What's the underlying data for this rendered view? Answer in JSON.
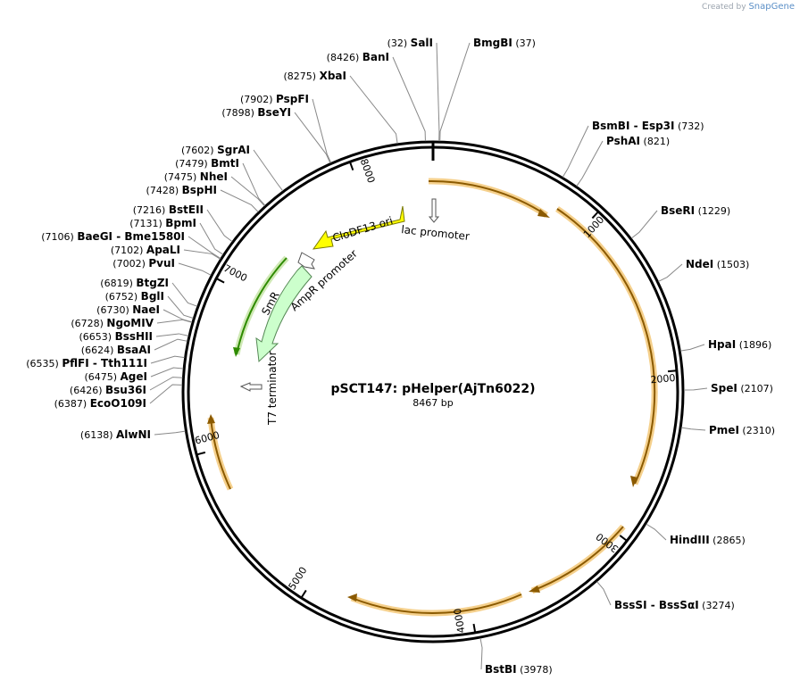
{
  "credit": {
    "prefix": "Created by",
    "brand": "SnapGene"
  },
  "plasmid": {
    "name": "pSCT147: pHelper(AjTn6022)",
    "length_label": "8467 bp",
    "length": 8467
  },
  "ruler_labels": [
    "1000",
    "2000",
    "3000",
    "4000",
    "5000",
    "6000",
    "7000",
    "8000"
  ],
  "sites": [
    {
      "name": "SalI",
      "pos": "(32)"
    },
    {
      "name": "BmgBI",
      "pos": "(37)"
    },
    {
      "name": "BanI",
      "pos": "(8426)"
    },
    {
      "name": "XbaI",
      "pos": "(8275)"
    },
    {
      "name": "PspFI",
      "pos": "(7902)"
    },
    {
      "name": "BseYI",
      "pos": "(7898)"
    },
    {
      "name": "BsmBI  -  Esp3I",
      "pos": "(732)"
    },
    {
      "name": "PshAI",
      "pos": "(821)"
    },
    {
      "name": "SgrAI",
      "pos": "(7602)"
    },
    {
      "name": "BmtI",
      "pos": "(7479)"
    },
    {
      "name": "NheI",
      "pos": "(7475)"
    },
    {
      "name": "BspHI",
      "pos": "(7428)"
    },
    {
      "name": "BseRI",
      "pos": "(1229)"
    },
    {
      "name": "BstEII",
      "pos": "(7216)"
    },
    {
      "name": "BpmI",
      "pos": "(7131)"
    },
    {
      "name": "BaeGI  -  Bme1580I",
      "pos": "(7106)"
    },
    {
      "name": "ApaLI",
      "pos": "(7102)"
    },
    {
      "name": "PvuI",
      "pos": "(7002)"
    },
    {
      "name": "NdeI",
      "pos": "(1503)"
    },
    {
      "name": "BtgZI",
      "pos": "(6819)"
    },
    {
      "name": "BglI",
      "pos": "(6752)"
    },
    {
      "name": "NaeI",
      "pos": "(6730)"
    },
    {
      "name": "NgoMIV",
      "pos": "(6728)"
    },
    {
      "name": "BssHII",
      "pos": "(6653)"
    },
    {
      "name": "BsaAI",
      "pos": "(6624)"
    },
    {
      "name": "PflFI  -  Tth111I",
      "pos": "(6535)"
    },
    {
      "name": "AgeI",
      "pos": "(6475)"
    },
    {
      "name": "Bsu36I",
      "pos": "(6426)"
    },
    {
      "name": "EcoO109I",
      "pos": "(6387)"
    },
    {
      "name": "HpaI",
      "pos": "(1896)"
    },
    {
      "name": "SpeI",
      "pos": "(2107)"
    },
    {
      "name": "PmeI",
      "pos": "(2310)"
    },
    {
      "name": "AlwNI",
      "pos": "(6138)"
    },
    {
      "name": "HindIII",
      "pos": "(2865)"
    },
    {
      "name": "BssSI  -  BssSαI",
      "pos": "(3274)"
    },
    {
      "name": "BstBI",
      "pos": "(3978)"
    }
  ],
  "features": [
    {
      "name": "CloDF13 ori",
      "color": "#ffff00"
    },
    {
      "name": "lac promoter",
      "color": "#ffffff"
    },
    {
      "name": "AmpR promoter",
      "color": "#ffffff"
    },
    {
      "name": "SmR",
      "color": "#ccffcc"
    },
    {
      "name": "T7 terminator",
      "color": "#ffffff"
    }
  ],
  "orf_colors": {
    "arc": "#8b5a00",
    "halo": "#f5d08c",
    "green_arc": "#2e8b00",
    "green_halo": "#cfe9b5"
  }
}
